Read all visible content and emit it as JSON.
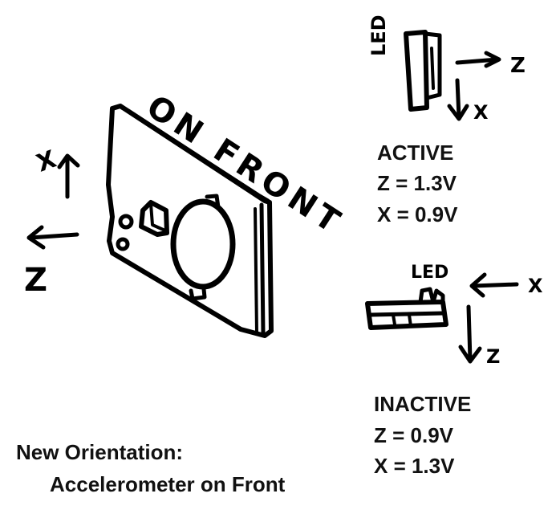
{
  "board": {
    "title": "ON FRONT",
    "axis_up": "X",
    "axis_left": "Z"
  },
  "active": {
    "led_label": "LED",
    "axis_right": "Z",
    "axis_down": "X",
    "heading": "ACTIVE",
    "z_reading": "Z = 1.3V",
    "x_reading": "X = 0.9V"
  },
  "inactive": {
    "led_label": "LED",
    "axis_incoming": "X",
    "axis_down": "Z",
    "heading": "INACTIVE",
    "z_reading": "Z = 0.9V",
    "x_reading": "X = 1.3V"
  },
  "caption": {
    "line1": "New Orientation:",
    "line2": "Accelerometer on Front"
  }
}
